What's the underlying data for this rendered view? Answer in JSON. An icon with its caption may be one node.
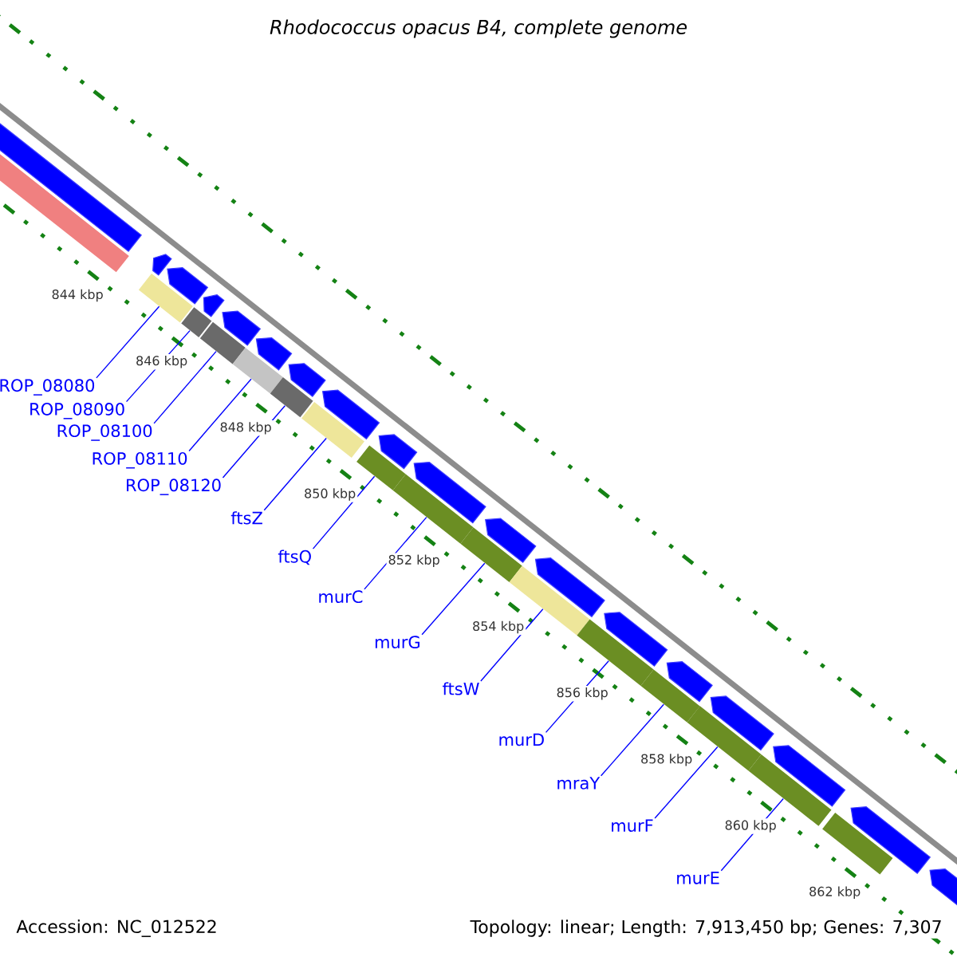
{
  "diagram": {
    "title": "Rhodococcus opacus B4, complete genome",
    "nodes": [
      {
        "text": [
          "ROP_08080"
        ]
      },
      {
        "text": [
          "ROP_08090"
        ]
      },
      {
        "text": [
          "ROP_08100"
        ]
      },
      {
        "text": [
          "ROP_08110"
        ]
      },
      {
        "text": [
          "ROP_08120"
        ]
      },
      {
        "text": [
          "ftsZ"
        ]
      },
      {
        "text": [
          "ftsQ"
        ]
      },
      {
        "text": [
          "murC"
        ]
      },
      {
        "text": [
          "murG"
        ]
      },
      {
        "text": [
          "ftsW"
        ]
      },
      {
        "text": [
          "murD"
        ]
      },
      {
        "text": [
          "mraY"
        ]
      },
      {
        "text": [
          "murF"
        ]
      },
      {
        "text": [
          "murE"
        ]
      },
      {
        "text": [],
        "shape": "bar"
      },
      {
        "text": [],
        "shape": "bar"
      },
      {
        "text": [],
        "shape": "bar"
      },
      {
        "text": [],
        "shape": "bar"
      },
      {
        "text": [],
        "shape": "bar"
      },
      {
        "text": [],
        "shape": "bar"
      },
      {
        "text": [],
        "shape": "bar"
      },
      {
        "text": [],
        "shape": "bar"
      },
      {
        "text": [],
        "shape": "bar"
      },
      {
        "text": [],
        "shape": "bar"
      },
      {
        "text": [],
        "shape": "bar"
      },
      {
        "text": [],
        "shape": "bar"
      },
      {
        "text": [],
        "shape": "bar"
      },
      {
        "text": [],
        "shape": "bar"
      },
      {
        "text": [],
        "shape": "bar"
      },
      {
        "text": [],
        "shape": "bar"
      }
    ],
    "edges": [
      {
        "from": 0,
        "to": 15,
        "arrow": "none"
      },
      {
        "from": 1,
        "to": 16,
        "arrow": "none"
      },
      {
        "from": 2,
        "to": 17,
        "arrow": "none"
      },
      {
        "from": 3,
        "to": 18,
        "arrow": "none"
      },
      {
        "from": 4,
        "to": 19,
        "arrow": "none"
      },
      {
        "from": 5,
        "to": 20,
        "arrow": "none"
      },
      {
        "from": 6,
        "to": 21,
        "arrow": "none"
      },
      {
        "from": 7,
        "to": 22,
        "arrow": "none"
      },
      {
        "from": 8,
        "to": 23,
        "arrow": "none"
      },
      {
        "from": 9,
        "to": 24,
        "arrow": "none"
      },
      {
        "from": 10,
        "to": 25,
        "arrow": "none"
      },
      {
        "from": 11,
        "to": 26,
        "arrow": "none"
      },
      {
        "from": 12,
        "to": 27,
        "arrow": "none"
      },
      {
        "from": 13,
        "to": 28,
        "arrow": "none"
      }
    ],
    "labels": [
      "844 kbp",
      "846 kbp",
      "848 kbp",
      "850 kbp",
      "852 kbp",
      "854 kbp",
      "856 kbp",
      "858 kbp",
      "860 kbp",
      "862 kbp",
      "Accession: NC_012522",
      "Topology: linear; Length: 7,913,450 bp; Genes: 7,307"
    ]
  }
}
